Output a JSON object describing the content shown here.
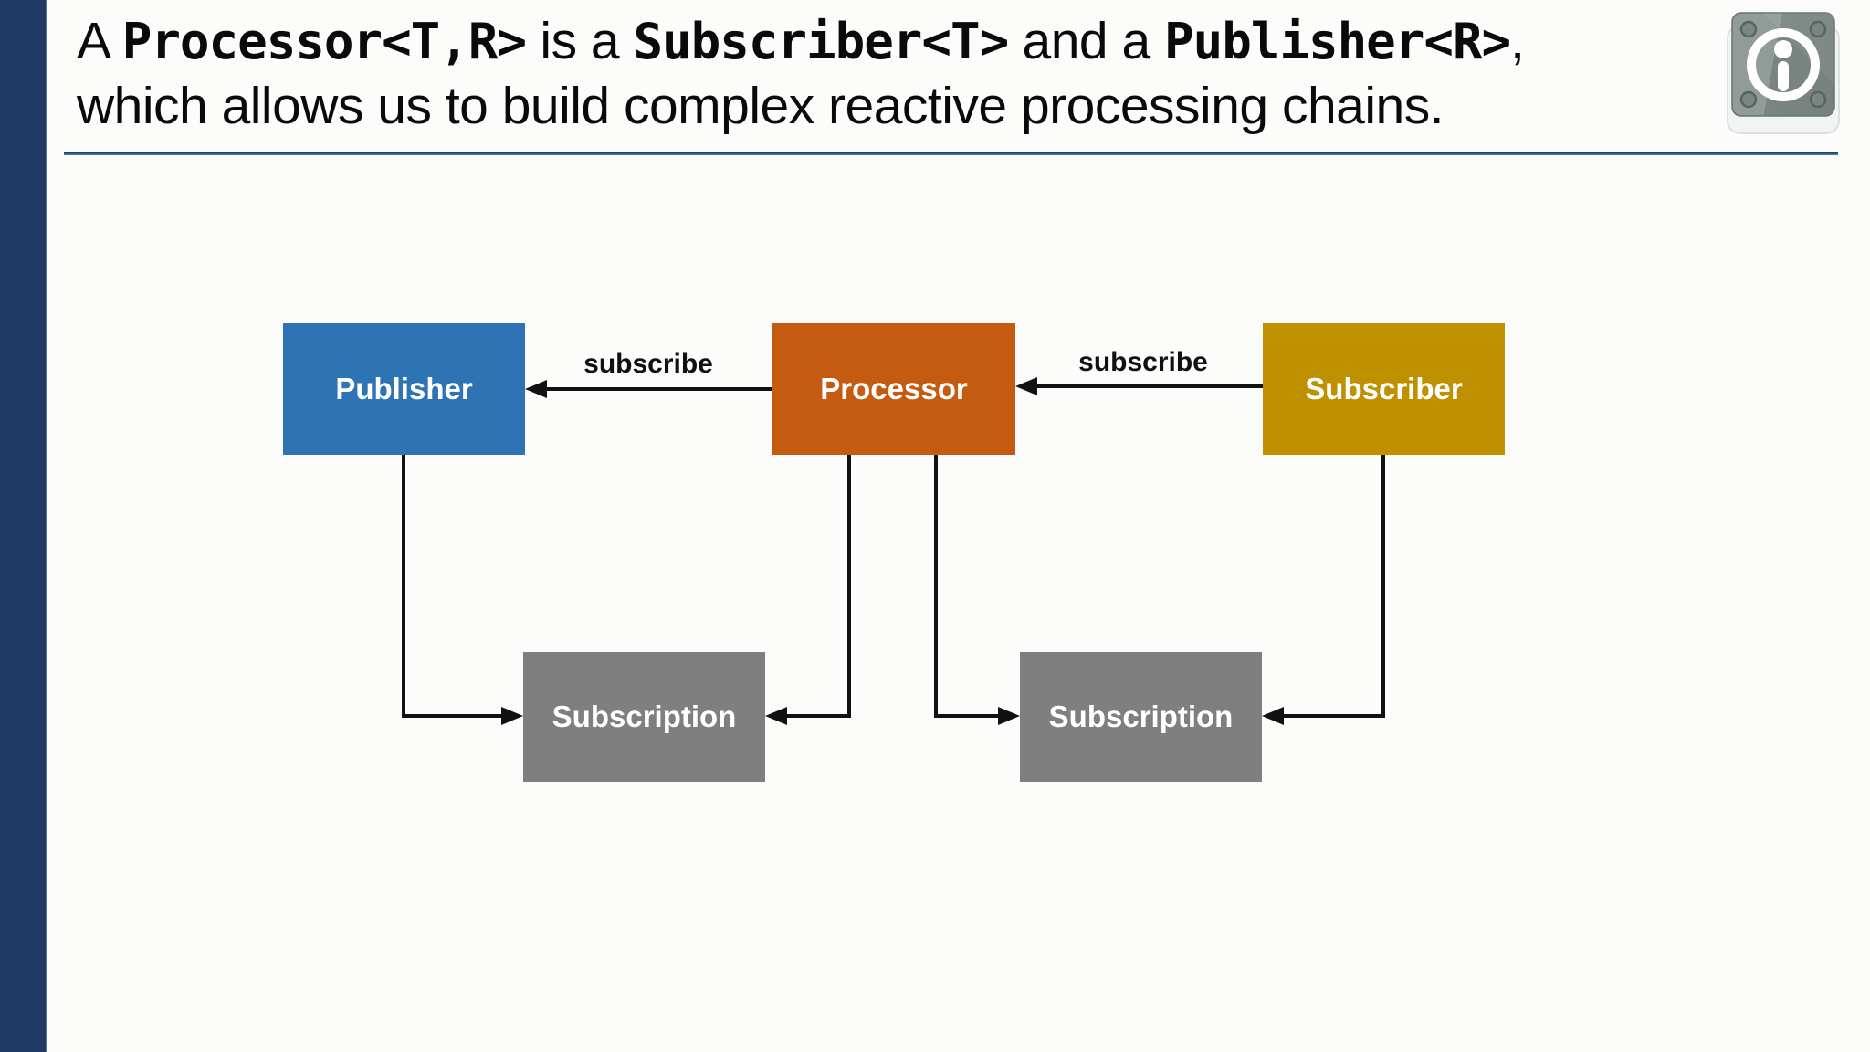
{
  "header": {
    "title": {
      "prefix": "A ",
      "code1": "Processor<T,R>",
      "mid1": " is a ",
      "code2": "Subscriber<T>",
      "mid2": " and a ",
      "code3": "Publisher<R>",
      "suffix": ",",
      "line2": "which allows us to build complex reactive processing chains."
    },
    "icon": "info-icon"
  },
  "diagram": {
    "nodes": {
      "publisher": {
        "label": "Publisher",
        "color": "#2E74B5"
      },
      "processor": {
        "label": "Processor",
        "color": "#C55A11"
      },
      "subscriber": {
        "label": "Subscriber",
        "color": "#BF9000"
      },
      "subscription_left": {
        "label": "Subscription",
        "color": "#7F7F7F"
      },
      "subscription_right": {
        "label": "Subscription",
        "color": "#7F7F7F"
      }
    },
    "edge_labels": {
      "processor_to_publisher": "subscribe",
      "subscriber_to_processor": "subscribe"
    }
  },
  "colors": {
    "sidebar_bar": "#1F3864",
    "title_underline": "#2E5A8C",
    "arrow": "#111111",
    "background": "#FCFDFB",
    "node_text": "#FFFFFF",
    "title_text": "#0A0A0A"
  }
}
